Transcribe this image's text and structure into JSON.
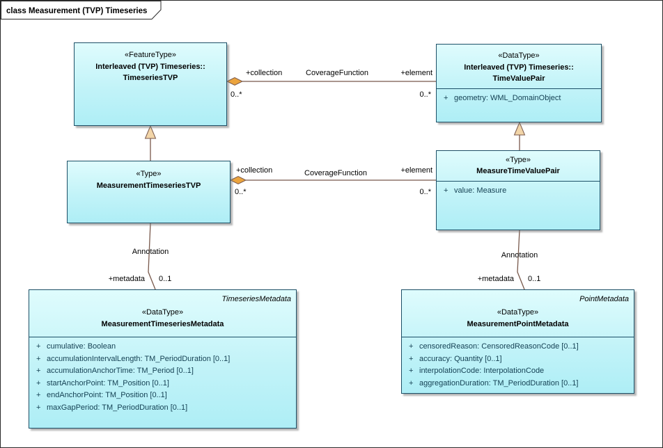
{
  "frame": {
    "title": "class Measurement (TVP) Timeseries"
  },
  "ui": {
    "visibility_public": "+"
  },
  "colors": {
    "class_fill": "#CCFAFC",
    "class_border": "#1C4F66",
    "connector": "#78584B",
    "diamond_fill": "#EBA43E",
    "arrow_fill": "#F2D5A8",
    "background": "#FFFFFF"
  },
  "classes": {
    "timeseries_tvp": {
      "stereotype": "«FeatureType»",
      "name_line1": "Interleaved (TVP) Timeseries::",
      "name_line2": "TimeseriesTVP"
    },
    "time_value_pair": {
      "stereotype": "«DataType»",
      "name_line1": "Interleaved (TVP) Timeseries::",
      "name_line2": "TimeValuePair",
      "attributes": [
        "geometry: WML_DomainObject"
      ]
    },
    "measurement_timeseries_tvp": {
      "stereotype": "«Type»",
      "name": "MeasurementTimeseriesTVP"
    },
    "measure_time_value_pair": {
      "stereotype": "«Type»",
      "name": "MeasureTimeValuePair",
      "attributes": [
        "value: Measure"
      ]
    },
    "measurement_timeseries_metadata": {
      "secondary": "TimeseriesMetadata",
      "stereotype": "«DataType»",
      "name": "MeasurementTimeseriesMetadata",
      "attributes": [
        "cumulative: Boolean",
        "accumulationIntervalLength: TM_PeriodDuration [0..1]",
        "accumulationAnchorTime: TM_Period [0..1]",
        "startAnchorPoint: TM_Position [0..1]",
        "endAnchorPoint: TM_Position [0..1]",
        "maxGapPeriod: TM_PeriodDuration [0..1]"
      ]
    },
    "measurement_point_metadata": {
      "secondary": "PointMetadata",
      "stereotype": "«DataType»",
      "name": "MeasurementPointMetadata",
      "attributes": [
        "censoredReason: CensoredReasonCode [0..1]",
        "accuracy: Quantity [0..1]",
        "interpolationCode: InterpolationCode",
        "aggregationDuration: TM_PeriodDuration [0..1]"
      ]
    }
  },
  "connectors": {
    "top_aggregation": {
      "name": "CoverageFunction",
      "source_role": "+collection",
      "source_mult": "0..*",
      "target_role": "+element",
      "target_mult": "0..*"
    },
    "mid_aggregation": {
      "name": "CoverageFunction",
      "source_role": "+collection",
      "source_mult": "0..*",
      "target_role": "+element",
      "target_mult": "0..*"
    },
    "left_annotation": {
      "name": "Annotation",
      "target_role": "+metadata",
      "target_mult": "0..1"
    },
    "right_annotation": {
      "name": "Annotation",
      "target_role": "+metadata",
      "target_mult": "0..1"
    }
  }
}
